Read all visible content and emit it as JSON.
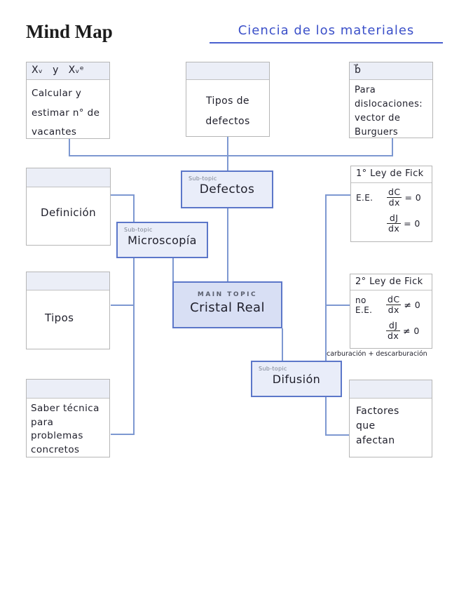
{
  "page": {
    "title": "Mind Map",
    "subject": "Ciencia de los materiales"
  },
  "colors": {
    "connector_blue": "#7d98d1",
    "subtopic_border": "#5c77c9",
    "subtopic_fill": "#e9edf9",
    "main_topic_fill": "#d8dff4",
    "box_header_fill": "#ebeef7",
    "box_border_gray": "#b6b6b6",
    "subject_blue": "#3b50c9"
  },
  "nodes": {
    "vacancies": {
      "header": "Xᵥ y Xᵥᵉ",
      "body": "Calcular y estimar n° de vacantes"
    },
    "defect_types": {
      "header": "",
      "body": "Tipos de defectos"
    },
    "burgers": {
      "header": "b⃗",
      "body": "Para dislocaciones: vector de Burguers"
    },
    "definicion": {
      "header": "",
      "body": "Definición"
    },
    "tipos": {
      "header": "",
      "body": "Tipos"
    },
    "saber": {
      "header": "",
      "body": "Saber técnica para problemas concretos"
    },
    "fick1": {
      "header": "1° Ley de Fick",
      "condition": "E.E.",
      "eq1_num": "dC",
      "eq1_den": "dx",
      "eq1_rhs": "= 0",
      "eq2_num": "dJ",
      "eq2_den": "dx",
      "eq2_rhs": "= 0"
    },
    "fick2": {
      "header": "2° Ley de Fick",
      "condition": "no E.E.",
      "eq1_num": "dC",
      "eq1_den": "dx",
      "eq1_rhs": "≠ 0",
      "eq2_num": "dJ",
      "eq2_den": "dx",
      "eq2_rhs": "≠ 0"
    },
    "factores": {
      "header": "",
      "body": "Factores que afectan"
    },
    "annotation": "carburación  +  descarburación"
  },
  "subtopics": {
    "label": "Sub-topic",
    "defectos": "Defectos",
    "microscopia": "Microscopía",
    "difusion": "Difusión"
  },
  "main_topic": {
    "label": "MAIN TOPIC",
    "title": "Cristal Real"
  }
}
